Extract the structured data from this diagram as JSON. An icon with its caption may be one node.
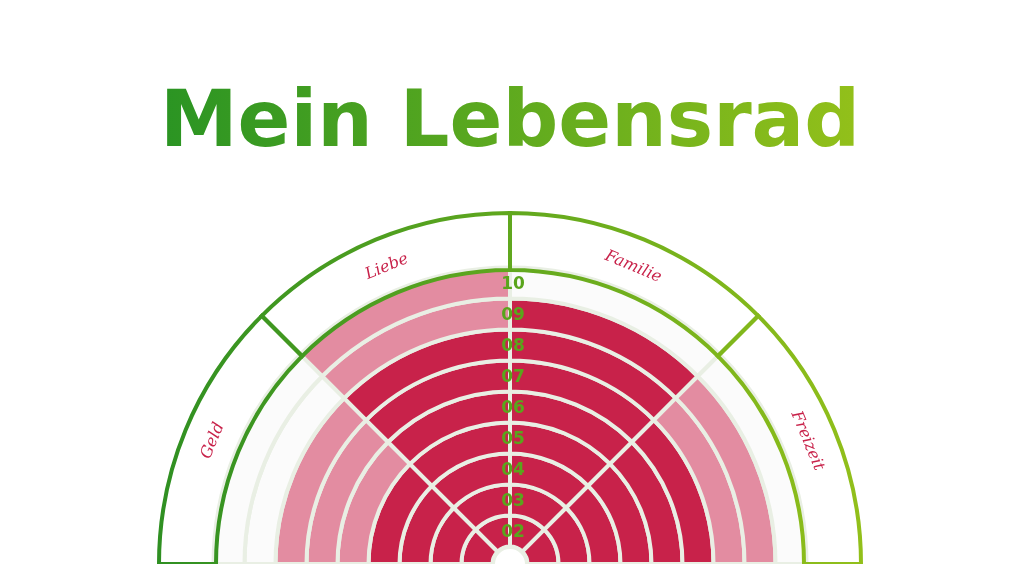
{
  "diagram": {
    "title": "Mein Lebensrad",
    "nodes": [
      {
        "text": [
          "Geld"
        ]
      },
      {
        "text": [
          "Liebe"
        ]
      },
      {
        "text": [
          "Familie"
        ]
      },
      {
        "text": [
          "Freizeit"
        ]
      }
    ],
    "labels": [
      "10",
      "09",
      "08",
      "07",
      "06",
      "05",
      "04",
      "03",
      "02"
    ]
  }
}
